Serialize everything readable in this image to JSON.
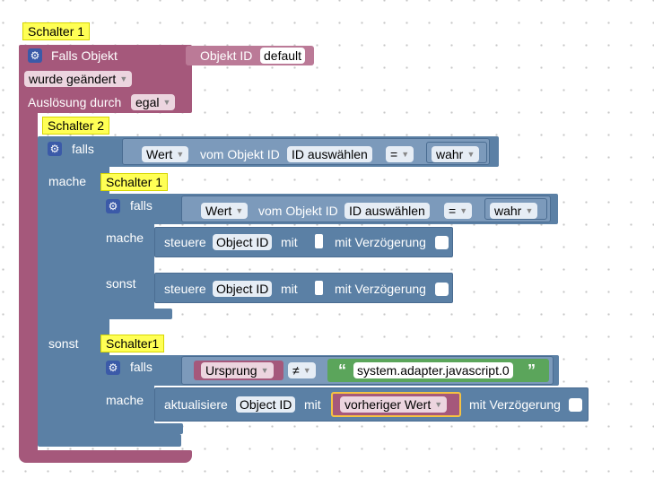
{
  "outer": {
    "comment": "Schalter 1",
    "title": "Falls Objekt",
    "object_id_label": "Objekt ID",
    "object_id_value": "default",
    "trigger_dropdown": "wurde geändert",
    "trigger_by_label": "Auslösung durch",
    "trigger_by_value": "egal"
  },
  "if2": {
    "comment": "Schalter 2",
    "falls": "falls",
    "mache": "mache",
    "sonst": "sonst",
    "condition": {
      "attr": "Wert",
      "from_label": "vom Objekt ID",
      "id_select": "ID auswählen",
      "op": "=",
      "value": "wahr"
    }
  },
  "if1": {
    "comment": "Schalter 1",
    "falls": "falls",
    "mache": "mache",
    "sonst": "sonst",
    "condition": {
      "attr": "Wert",
      "from_label": "vom Objekt ID",
      "id_select": "ID auswählen",
      "op": "=",
      "value": "wahr"
    },
    "control_then": {
      "label": "steuere",
      "object": "Object ID",
      "with": "mit",
      "delay": "mit Verzögerung"
    },
    "control_else": {
      "label": "steuere",
      "object": "Object ID",
      "with": "mit",
      "delay": "mit Verzögerung"
    }
  },
  "if3": {
    "comment": "Schalter1",
    "falls": "falls",
    "mache": "mache",
    "condition": {
      "left": "Ursprung",
      "op": "≠",
      "quote_open": "“",
      "string": "system.adapter.javascript.0",
      "quote_close": "”"
    },
    "update": {
      "label": "aktualisiere",
      "object": "Object ID",
      "with": "mit",
      "previous": "vorheriger Wert",
      "delay": "mit Verzögerung"
    }
  }
}
